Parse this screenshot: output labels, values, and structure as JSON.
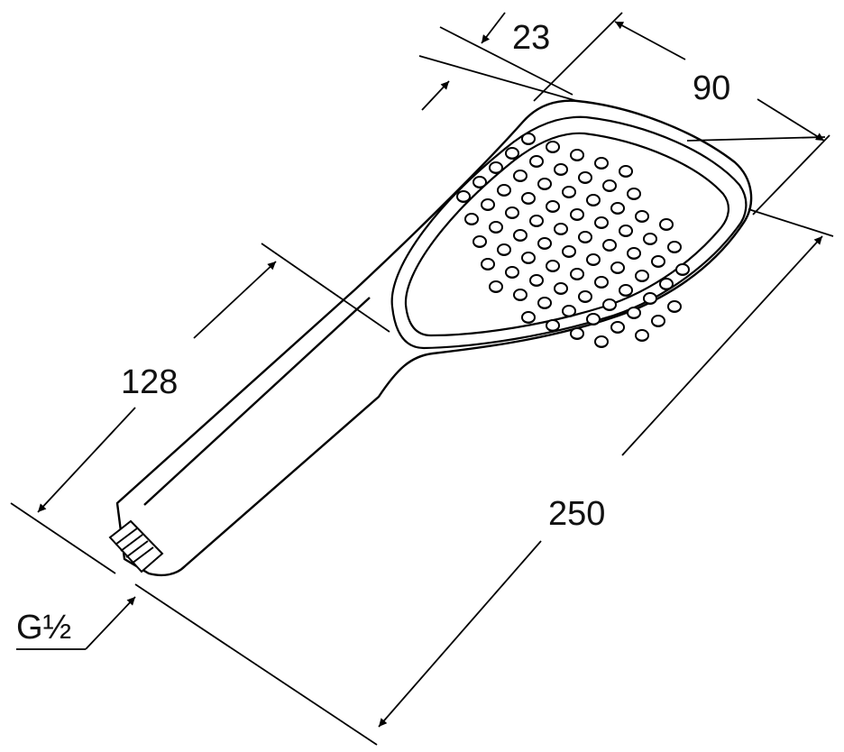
{
  "drawing": {
    "line_color": "#000000",
    "background": "#ffffff",
    "dimensions": {
      "face_depth": "23",
      "face_width": "90",
      "handle_length": "128",
      "total_length": "250",
      "thread": "G½"
    }
  }
}
